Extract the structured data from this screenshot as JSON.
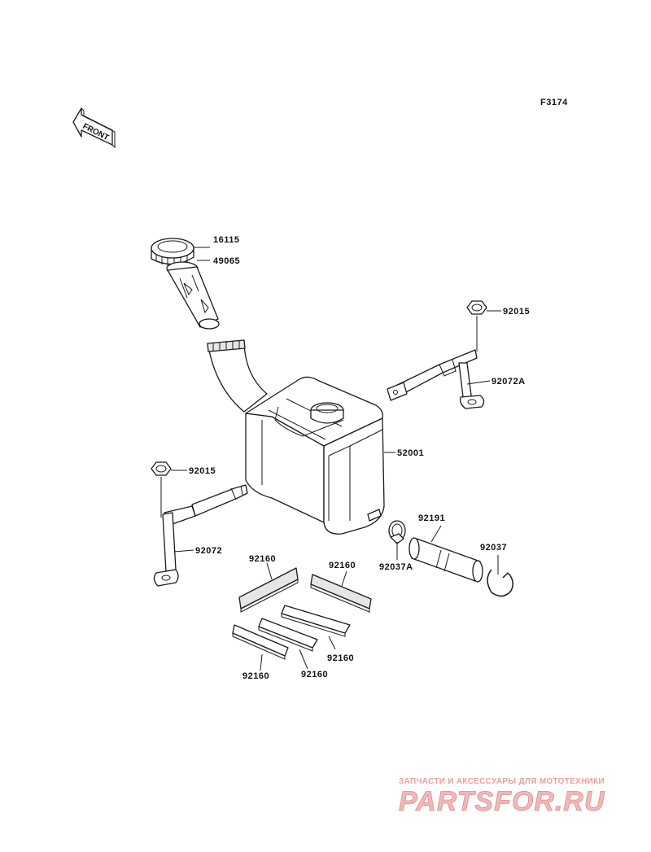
{
  "diagram": {
    "figure_code": "F3174",
    "front_badge": "FRONT",
    "parts": [
      {
        "id": "cap",
        "number": "16115"
      },
      {
        "id": "filler-neck",
        "number": "49065"
      },
      {
        "id": "nut-right",
        "number": "92015"
      },
      {
        "id": "band-right",
        "number": "92072A"
      },
      {
        "id": "tank",
        "number": "52001"
      },
      {
        "id": "nut-left",
        "number": "92015"
      },
      {
        "id": "band-left",
        "number": "92072"
      },
      {
        "id": "hose",
        "number": "92191"
      },
      {
        "id": "clamp-a",
        "number": "92037A"
      },
      {
        "id": "clamp",
        "number": "92037"
      },
      {
        "id": "pad-1",
        "number": "92160"
      },
      {
        "id": "pad-2",
        "number": "92160"
      },
      {
        "id": "pad-3",
        "number": "92160"
      },
      {
        "id": "pad-4",
        "number": "92160"
      },
      {
        "id": "pad-5",
        "number": "92160"
      }
    ]
  },
  "watermark": {
    "tagline": "ЗАПЧАСТИ И АКСЕССУАРЫ ДЛЯ МОТОТЕХНИКИ",
    "logo": "PARTSFOR.RU"
  }
}
